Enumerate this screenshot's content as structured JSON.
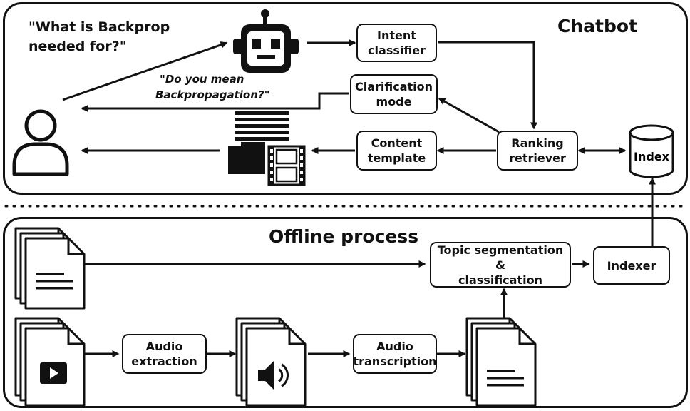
{
  "chatbot": {
    "title": "Chatbot",
    "user_question": [
      "\"What is Backprop",
      "needed for?\""
    ],
    "bot_clarification": [
      "\"Do you mean",
      "Backpropagation?\""
    ],
    "nodes": {
      "intent": [
        "Intent",
        "classifier"
      ],
      "clarification": [
        "Clarification",
        "mode"
      ],
      "content": [
        "Content",
        "template"
      ],
      "ranking": [
        "Ranking",
        "retriever"
      ],
      "index": "Index"
    }
  },
  "offline": {
    "title": "Offline process",
    "nodes": {
      "topic": [
        "Topic segmentation &",
        "classification"
      ],
      "indexer": "Indexer",
      "audio_extraction": [
        "Audio",
        "extraction"
      ],
      "audio_transcription": [
        "Audio",
        "transcription"
      ]
    }
  }
}
